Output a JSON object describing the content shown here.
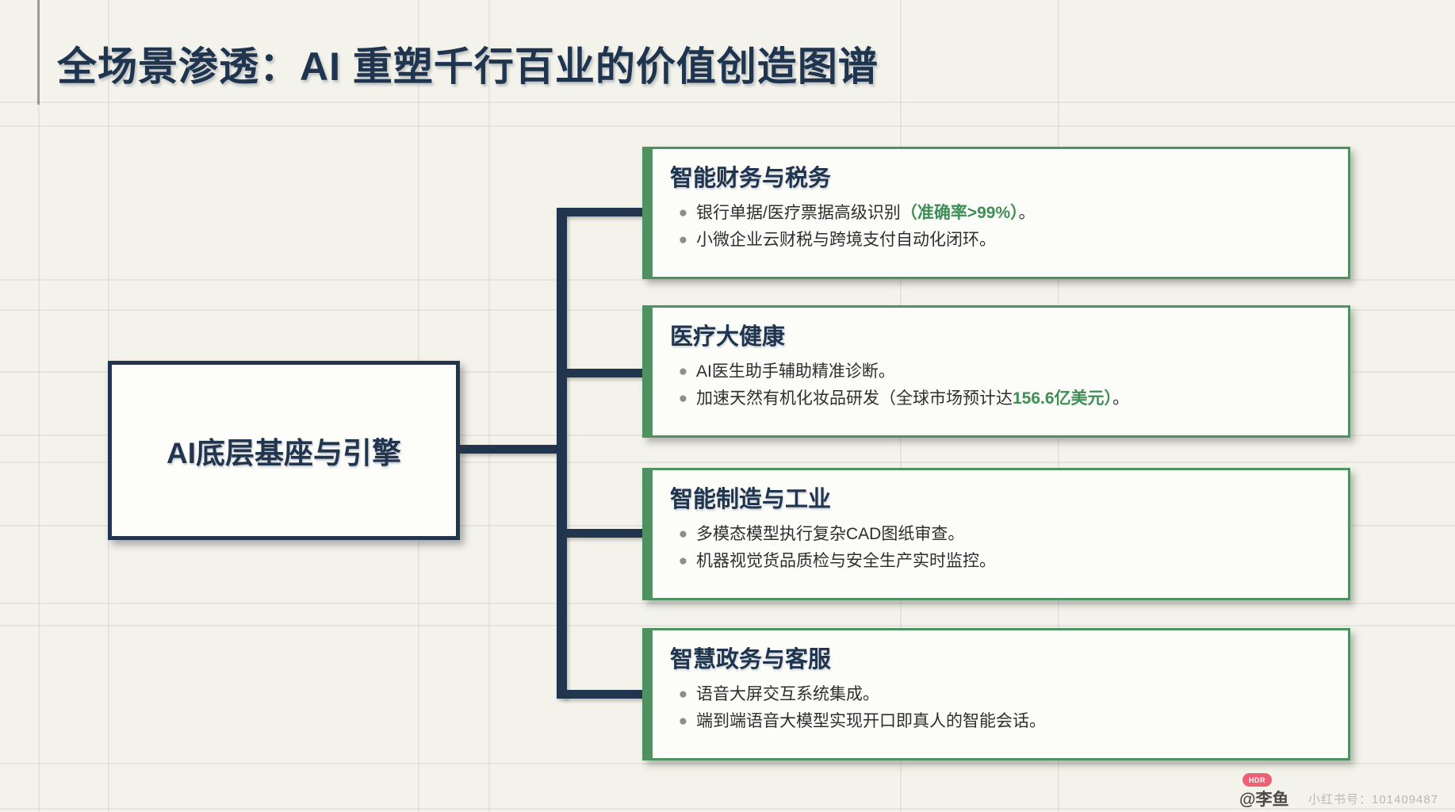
{
  "slide": {
    "title": "全场景渗透：AI 重塑千行百业的价值创造图谱",
    "root": {
      "label": "AI底层基座与引擎"
    },
    "branches": [
      {
        "title": "智能财务与税务",
        "bullets": [
          {
            "pre": "银行单据/医疗票据高级识别",
            "highlight": "（准确率>99%）",
            "post": "。"
          },
          {
            "pre": "小微企业云财税与跨境支付自动化闭环。",
            "highlight": "",
            "post": ""
          }
        ]
      },
      {
        "title": "医疗大健康",
        "bullets": [
          {
            "pre": "AI医生助手辅助精准诊断。",
            "highlight": "",
            "post": ""
          },
          {
            "pre": "加速天然有机化妆品研发（全球市场预计达",
            "highlight": "156.6亿美元）",
            "post": "。"
          }
        ]
      },
      {
        "title": "智能制造与工业",
        "bullets": [
          {
            "pre": "多模态模型执行复杂CAD图纸审查。",
            "highlight": "",
            "post": ""
          },
          {
            "pre": "机器视觉货品质检与安全生产实时监控。",
            "highlight": "",
            "post": ""
          }
        ]
      },
      {
        "title": "智慧政务与客服",
        "bullets": [
          {
            "pre": "语音大屏交互系统集成。",
            "highlight": "",
            "post": ""
          },
          {
            "pre": "端到端语音大模型实现开口即真人的智能会话。",
            "highlight": "",
            "post": ""
          }
        ]
      }
    ],
    "watermark": {
      "badge": "HDR",
      "handle": "@李鱼",
      "account": "小红书号：101409487"
    },
    "colors": {
      "navy": "#1f344e",
      "green_border": "#4f9161",
      "green_text": "#3e8e55",
      "background": "#f3f2eb"
    }
  }
}
